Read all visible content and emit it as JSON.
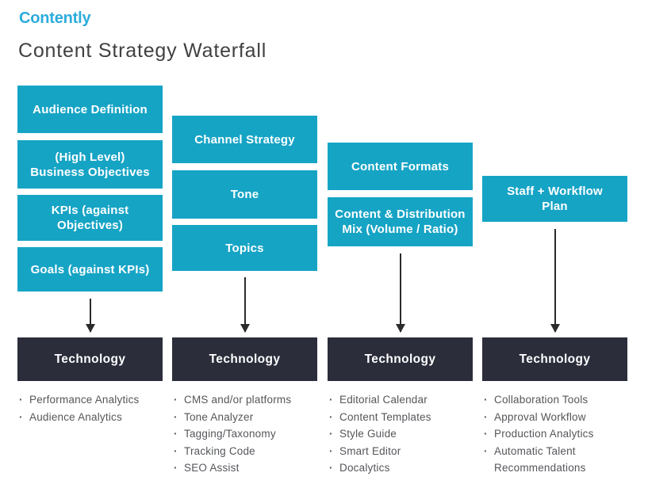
{
  "header": {
    "logo": "Contently",
    "title": "Content Strategy Waterfall"
  },
  "colors": {
    "teal": "#16a4c5",
    "dark_navy": "#2b2d3b",
    "logo_cyan": "#2bacdc",
    "title_text": "#414042",
    "list_text": "#55565a",
    "arrow": "#2b2b2b"
  },
  "list": {
    "bullet": "·"
  },
  "columns": [
    {
      "boxes": [
        "Audience Definition",
        "(High Level)\nBusiness Objectives",
        "KPIs (against\nObjectives)",
        "Goals (against KPIs)"
      ],
      "technology_label": "Technology",
      "tools": [
        "Performance Analytics",
        "Audience Analytics"
      ]
    },
    {
      "boxes": [
        "Channel Strategy",
        "Tone",
        "Topics"
      ],
      "technology_label": "Technology",
      "tools": [
        "CMS and/or platforms",
        "Tone Analyzer",
        "Tagging/Taxonomy",
        "Tracking Code",
        "SEO Assist"
      ]
    },
    {
      "boxes": [
        "Content Formats",
        "Content & Distribution\nMix (Volume / Ratio)"
      ],
      "technology_label": "Technology",
      "tools": [
        "Editorial Calendar",
        "Content Templates",
        "Style Guide",
        "Smart Editor",
        "Docalytics"
      ]
    },
    {
      "boxes": [
        "Staff + Workflow\nPlan"
      ],
      "technology_label": "Technology",
      "tools": [
        "Collaboration Tools",
        "Approval Workflow",
        "Production Analytics",
        "Automatic Talent Recommendations"
      ]
    }
  ]
}
